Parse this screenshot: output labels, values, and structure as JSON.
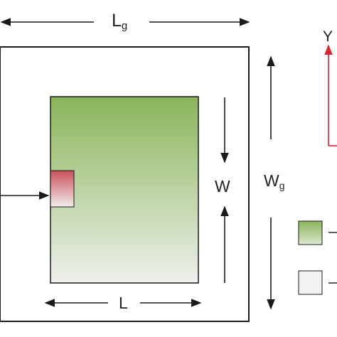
{
  "labels": {
    "lg_main": "L",
    "lg_sub": "g",
    "wg_main": "W",
    "wg_sub": "g",
    "w": "W",
    "l": "L",
    "y_axis": "Y"
  },
  "colors": {
    "patch_top": "#8ab55a",
    "patch_bottom": "#eef0ec",
    "feed_top": "#c9505a",
    "feed_bottom": "#f3eded",
    "y_axis": "#d9232e",
    "stroke": "#1a1a1a"
  },
  "legend": [
    {
      "swatch": "green-gradient"
    },
    {
      "swatch": "light-gray"
    }
  ]
}
